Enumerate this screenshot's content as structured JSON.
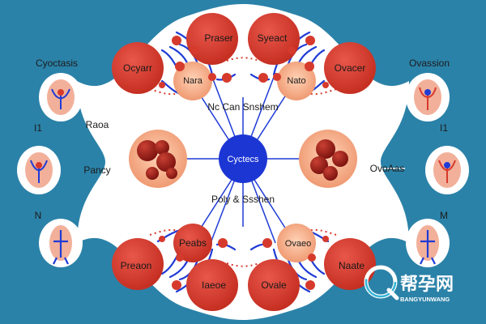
{
  "diagram": {
    "center_label": "Cyctecs",
    "top_caption": "Nc Can Snshem",
    "bottom_caption": "Poly & Ssshen",
    "top_nodes": [
      "Praser",
      "Syeact",
      "Ocyarr",
      "Ovacer",
      "Nara",
      "Nato"
    ],
    "bottom_nodes": [
      "Peabs",
      "Ovaeo",
      "Preaon",
      "Naate",
      "Iaeoe",
      "Ovale"
    ],
    "left_labels": [
      "Cyoctasis",
      "Raoa",
      "Pancy",
      "I1",
      "N"
    ],
    "right_labels": [
      "Ovassion",
      "I1",
      "OvoAas",
      "M"
    ]
  },
  "watermark": {
    "title": "帮孕网",
    "subtitle": "BANGYUNWANG"
  },
  "colors": {
    "background": "#2b82a8",
    "node_red": "#d63a2c",
    "node_peach": "#f3a27e",
    "vein_blue": "#1f3bd6",
    "center_blue": "#1c36d4"
  }
}
